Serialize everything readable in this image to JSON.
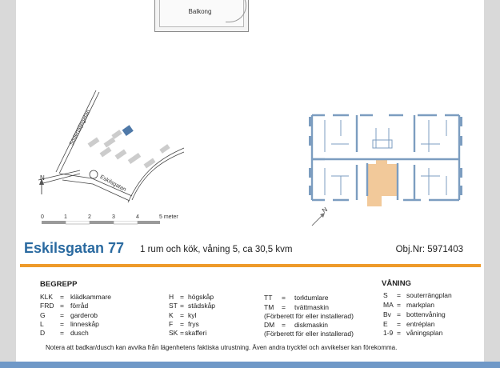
{
  "balcony": "Balkong",
  "map": {
    "streets": [
      "Södertäljegatan",
      "Eskilsgatan"
    ],
    "north": "N",
    "scale_ticks": [
      "0",
      "1",
      "2",
      "3",
      "4",
      "5 meter"
    ]
  },
  "floorplan": {
    "north": "N"
  },
  "header": {
    "address": "Eskilsgatan 77",
    "description": "1 rum och kök, våning 5, ca 30,5 kvm",
    "obj_nr": "Obj.Nr: 5971403"
  },
  "begrepp": {
    "title": "BEGREPP",
    "col1": [
      {
        "k": "KLK",
        "v": "klädkammare"
      },
      {
        "k": "FRD",
        "v": "förråd"
      },
      {
        "k": "G",
        "v": "garderob"
      },
      {
        "k": "L",
        "v": "linneskåp"
      },
      {
        "k": "D",
        "v": "dusch"
      }
    ],
    "col2": [
      {
        "k": "H",
        "v": "högskåp"
      },
      {
        "k": "ST",
        "v": "städskåp"
      },
      {
        "k": "K",
        "v": "kyl"
      },
      {
        "k": "F",
        "v": "frys"
      },
      {
        "k": "SK",
        "v": "skafferi"
      }
    ],
    "col3": [
      {
        "k": "TT",
        "v": "torktumlare"
      },
      {
        "k": "TM",
        "v": "tvättmaskin"
      },
      {
        "k": "",
        "v": "(Förberett för eller installerad)"
      },
      {
        "k": "DM",
        "v": "diskmaskin"
      },
      {
        "k": "",
        "v": "(Förberett för eller installerad)"
      }
    ]
  },
  "vaning": {
    "title": "VÅNING",
    "items": [
      {
        "k": "S",
        "v": "souterrängplan"
      },
      {
        "k": "MA",
        "v": "markplan"
      },
      {
        "k": "Bv",
        "v": "bottenvåning"
      },
      {
        "k": "E",
        "v": "entréplan"
      },
      {
        "k": "1-9",
        "v": "våningsplan"
      }
    ]
  },
  "note": "Notera att badkar/dusch kan avvika från lägenhetens faktiska utrustning. Även andra tryckfel och avvikelser kan förekomma.",
  "colors": {
    "accent_blue": "#2a6aa0",
    "orange": "#ee9a2a",
    "apartment": "#f2c99a",
    "building_blue": "#7c9dc0",
    "map_building": "#4f79a8"
  }
}
